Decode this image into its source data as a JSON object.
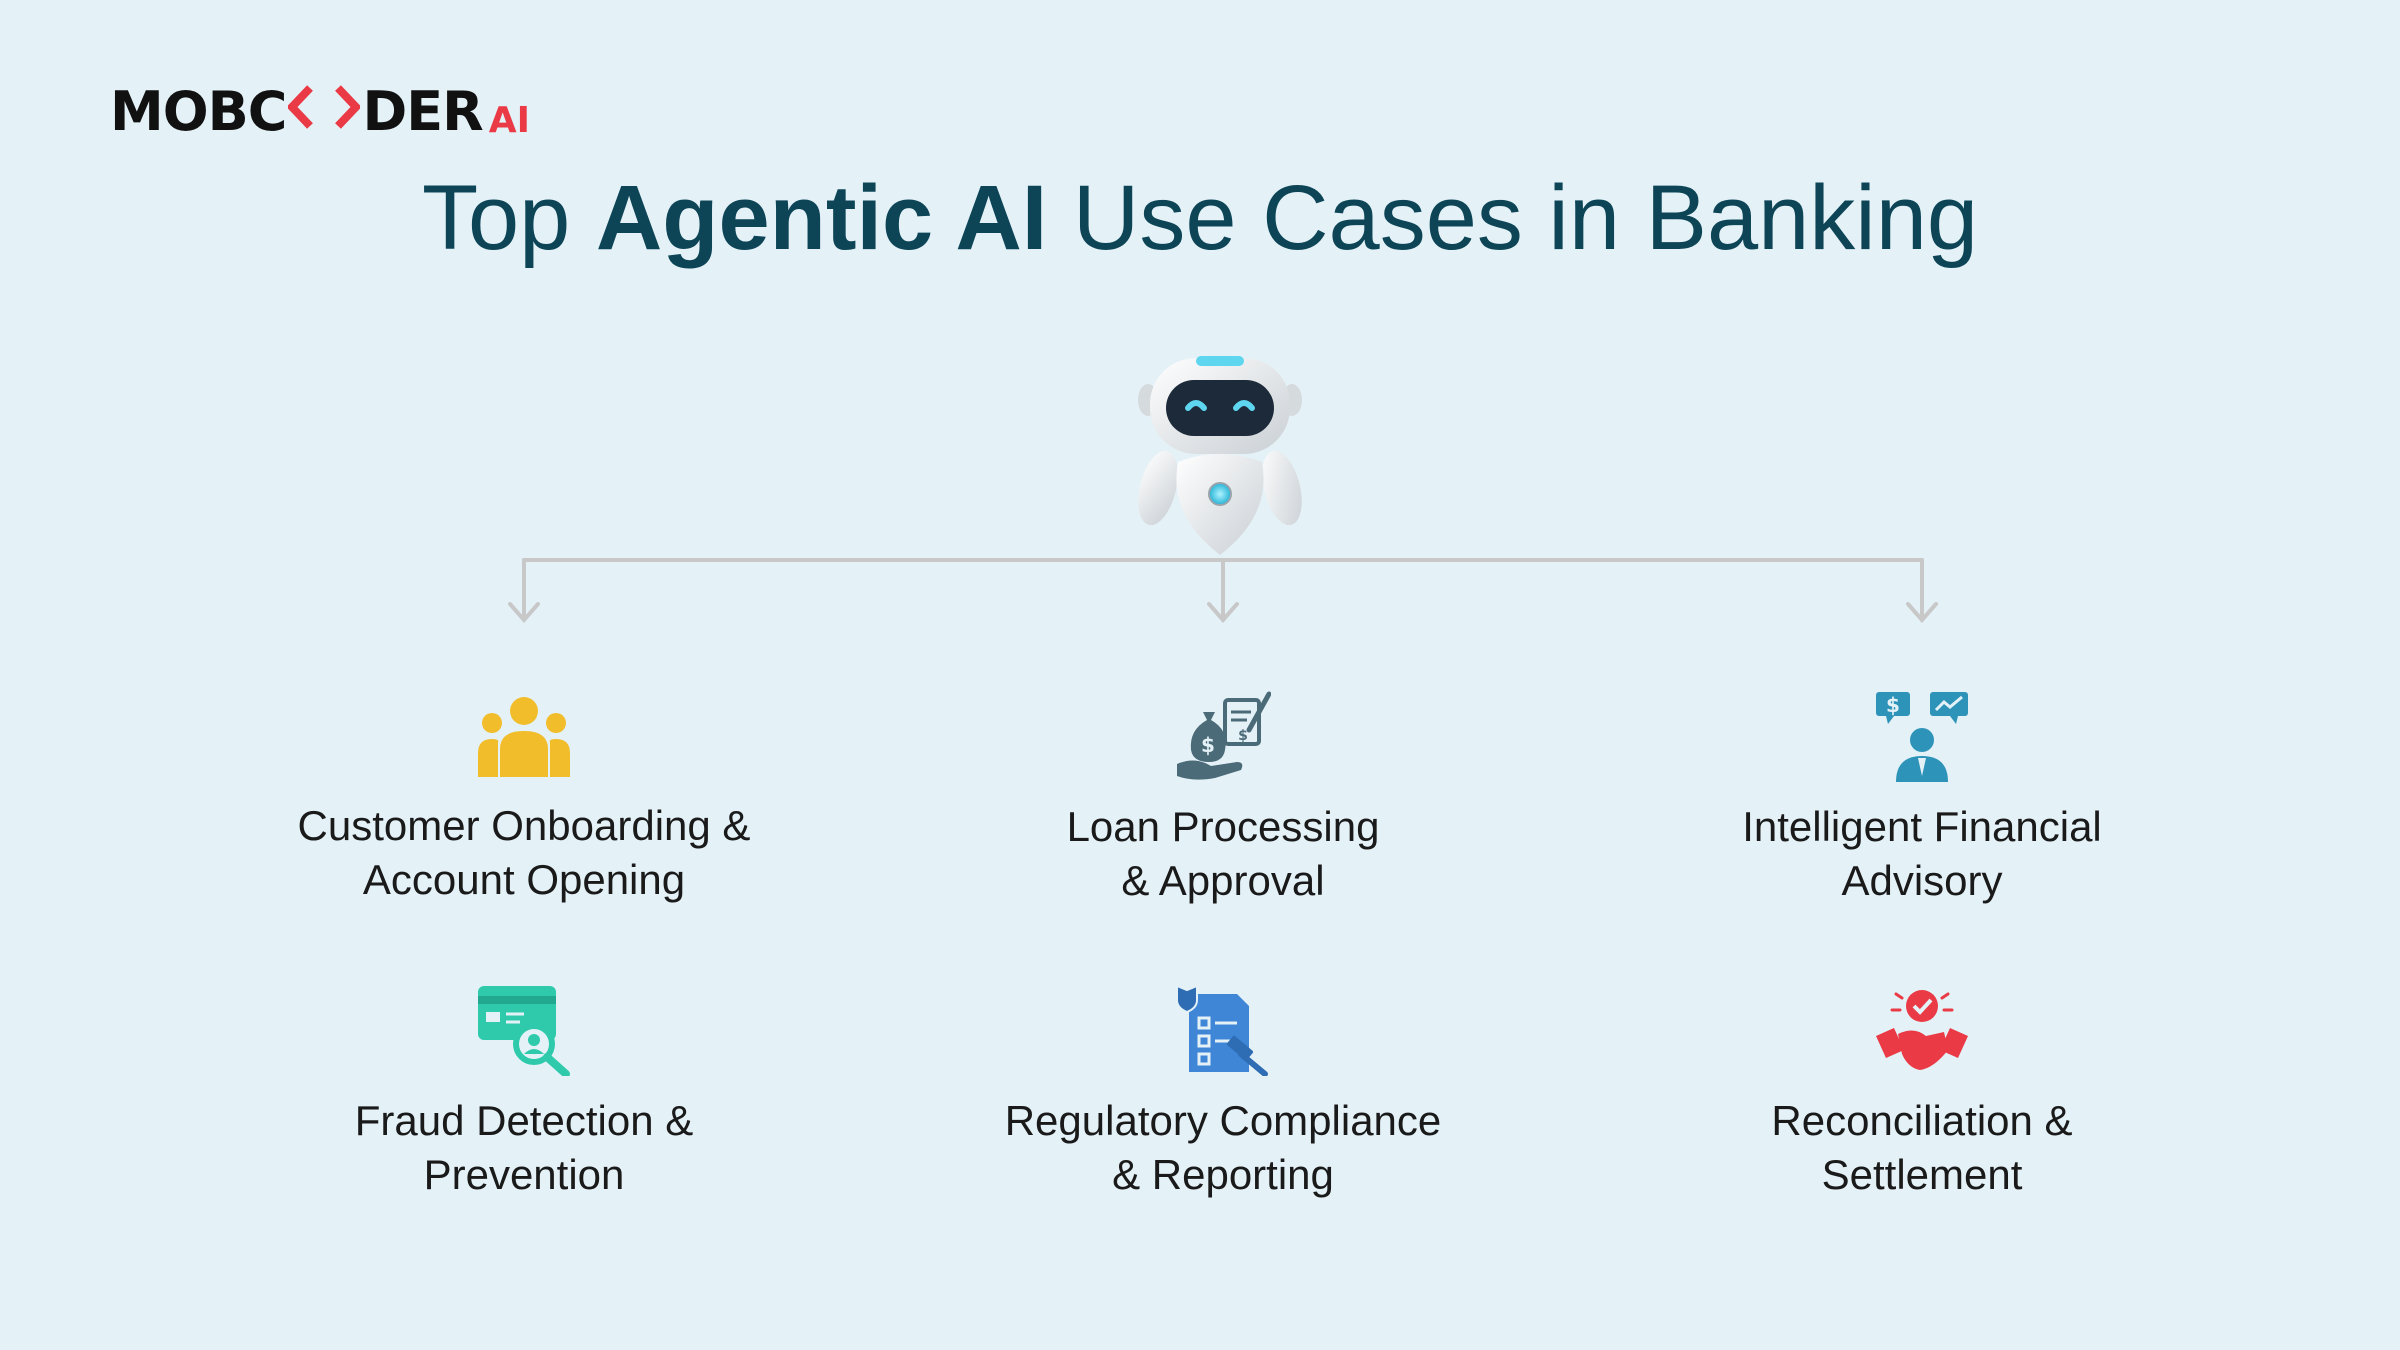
{
  "logo": {
    "text_left": "MOBC",
    "text_right": "DER",
    "suffix": "AI"
  },
  "title": {
    "prefix": "Top ",
    "highlight": "Agentic AI",
    "suffix": " Use Cases in Banking"
  },
  "use_cases": [
    {
      "line1": "Customer Onboarding &",
      "line2": "Account Opening",
      "icon": "people-group-icon"
    },
    {
      "line1": "Loan Processing",
      "line2": "& Approval",
      "icon": "money-bag-hand-icon"
    },
    {
      "line1": "Intelligent Financial",
      "line2": "Advisory",
      "icon": "financial-advisor-icon"
    },
    {
      "line1": "Fraud Detection &",
      "line2": "Prevention",
      "icon": "card-magnifier-icon"
    },
    {
      "line1": "Regulatory Compliance",
      "line2": "& Reporting",
      "icon": "compliance-document-icon"
    },
    {
      "line1": "Reconciliation &",
      "line2": "Settlement",
      "icon": "handshake-badge-icon"
    }
  ],
  "colors": {
    "background": "#e4f2f8",
    "title": "#0d4557",
    "brand_red": "#ea3a45",
    "connector": "#c8c8c8",
    "people": "#f2bd2b",
    "loan": "#4c6b78",
    "advisor": "#2d93b8",
    "fraud": "#2fc9ac",
    "compliance": "#3f86d6",
    "settlement": "#ea3a45"
  }
}
